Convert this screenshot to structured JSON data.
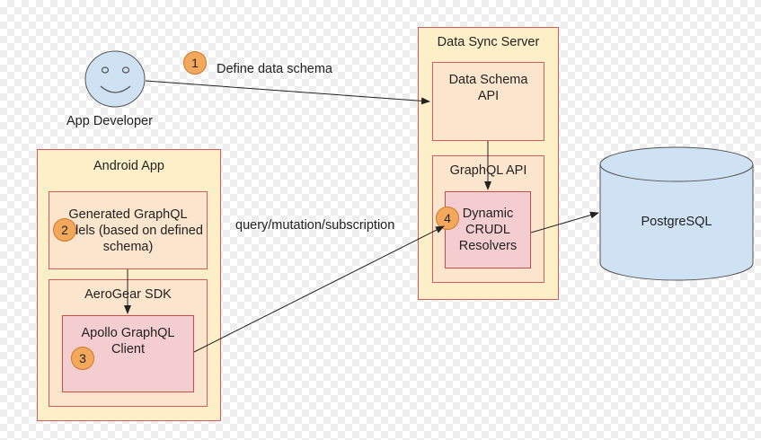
{
  "actors": {
    "developer": {
      "label": "App Developer",
      "icon": "smiley-face-icon"
    }
  },
  "steps": {
    "s1": {
      "number": "1",
      "label": "Define data schema"
    },
    "s2": {
      "number": "2"
    },
    "s3": {
      "number": "3"
    },
    "s4": {
      "number": "4"
    }
  },
  "server": {
    "title": "Data Sync Server",
    "schema_api": "Data Schema API",
    "graphql_api": "GraphQL API",
    "resolvers": "Dynamic CRUDL Resolvers"
  },
  "android": {
    "title": "Android App",
    "models": "Generated GraphQL Models (based on defined schema)",
    "sdk": "AeroGear SDK",
    "client": "Apollo GraphQL Client"
  },
  "edges": {
    "query_label": "query/mutation/subscription"
  },
  "database": {
    "label": "PostgreSQL"
  },
  "colors": {
    "outer_fill": "#fdf0c9",
    "inner_fill": "#fbe5cc",
    "component_fill": "#f4cdd0",
    "border": "#d45b5b",
    "badge_fill": "#f4a85c",
    "db_fill": "#cfe2f3"
  }
}
